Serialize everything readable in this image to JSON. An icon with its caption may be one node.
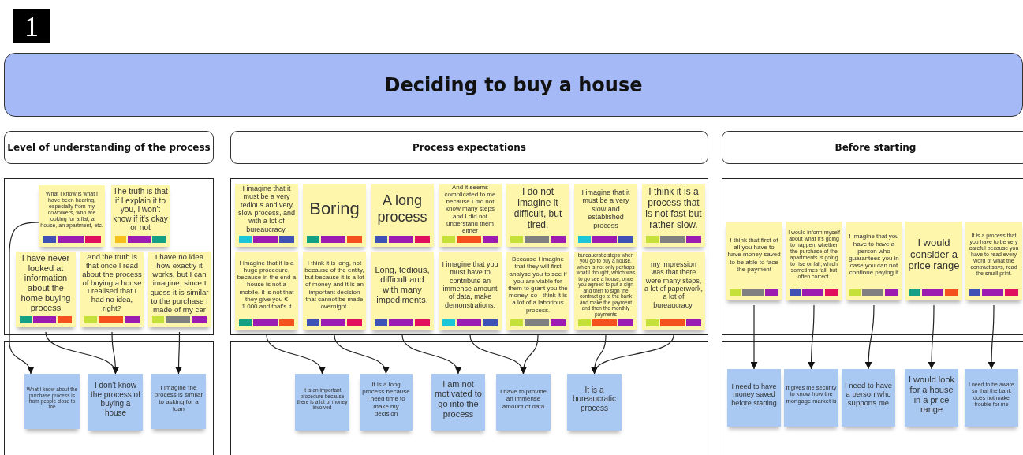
{
  "diagram": {
    "nodes": [
      {
        "text": [
          "1"
        ]
      },
      {
        "text": [
          "Deciding to buy a house"
        ]
      },
      {
        "text": [
          "Level of understanding of the process"
        ]
      },
      {
        "text": [
          "Process expectations"
        ]
      },
      {
        "text": [
          "Before starting"
        ]
      },
      {
        "text": [],
        "shape": "box"
      },
      {
        "text": [],
        "shape": "box"
      },
      {
        "text": [],
        "shape": "box"
      },
      {
        "text": [],
        "shape": "box"
      },
      {
        "text": [],
        "shape": "box"
      },
      {
        "text": [],
        "shape": "box"
      },
      {
        "text": [
          "What I know is what I have been hearing, especially from my coworkers, who are looking for a flat, a house, an apartment, etc."
        ],
        "in": 5
      },
      {
        "text": [
          "The truth is that if I explain it to you, I won't know if it's okay or not"
        ],
        "in": 5
      },
      {
        "text": [
          "I have never looked at information about the home buying process"
        ],
        "in": 5
      },
      {
        "text": [
          "And the truth is that once I read about the process of buying a house I realised that I had no idea, right?"
        ],
        "in": 5
      },
      {
        "text": [
          "I have no idea how exactly it works, but I can imagine, since I guess it is similar to the purchase I made of my car"
        ],
        "in": 5
      },
      {
        "text": [
          "I imagine that it must be a very tedious and very slow process, and with a lot of bureaucracy."
        ],
        "in": 6
      },
      {
        "text": [
          "Boring"
        ],
        "in": 6
      },
      {
        "text": [
          "A long process"
        ],
        "in": 6
      },
      {
        "text": [
          "And it seems complicated to me because I did not know many steps and I did not understand them either"
        ],
        "in": 6
      },
      {
        "text": [
          "I do not imagine it difficult, but tired."
        ],
        "in": 6
      },
      {
        "text": [
          "I imagine that it must be a very slow and established process"
        ],
        "in": 6
      },
      {
        "text": [
          "I think it is a process that is not fast but rather slow."
        ],
        "in": 6
      },
      {
        "text": [
          "I imagine that it is a huge procedure, because in the end a house is not a mobile, it is not that they give you € 1.000 and that's it"
        ],
        "in": 6
      },
      {
        "text": [
          "I think it is long, not because of the entity, but because it is a lot of money and it is an important decision that cannot be made overnight."
        ],
        "in": 6
      },
      {
        "text": [
          "Long, tedious, difficult and with many impediments."
        ],
        "in": 6
      },
      {
        "text": [
          "I imagine that you must have to contribute an immense amount of data, make demonstrations."
        ],
        "in": 6
      },
      {
        "text": [
          "Because I imagine that they will first analyse you to see if you are viable for them to grant you the money, so I think it is a lot of a laborious process."
        ],
        "in": 6
      },
      {
        "text": [
          "bureaucratic steps when you go to buy a house, which is not only perhaps what I thought, which was to go see a house, once you agreed to put a sign and then to sign the contract go to the bank and make the payment and then the monthly payments"
        ],
        "in": 6
      },
      {
        "text": [
          "my impression was that there were many steps, a lot of paperwork, a lot of bureaucracy."
        ],
        "in": 6
      },
      {
        "text": [
          "I think that first of all you have to have money saved to be able to face the payment"
        ],
        "in": 7
      },
      {
        "text": [
          "I would inform myself about what it's going to happen, whether the purchase of the apartments is going to rise or fall, which sometimes fail, but often correct."
        ],
        "in": 7
      },
      {
        "text": [
          "I imagine that you have to have a person who guarantees you in case you can not continue paying it"
        ],
        "in": 7
      },
      {
        "text": [
          "I would consider a price range"
        ],
        "in": 7
      },
      {
        "text": [
          "It is a process that you have to be very careful because you have to read every word of what the contract says, read the small print."
        ],
        "in": 7
      },
      {
        "text": [
          "What I know about the purchase process is from people close to me"
        ],
        "in": 8
      },
      {
        "text": [
          "I don't know the process of buying a house"
        ],
        "in": 8
      },
      {
        "text": [
          "I imagine the process is similar to asking for a loan"
        ],
        "in": 8
      },
      {
        "text": [
          "It is an important procedure because there is a lot of money involved"
        ],
        "in": 9
      },
      {
        "text": [
          "It is a long process because I need time to make my decision"
        ],
        "in": 9
      },
      {
        "text": [
          "I am not motivated to go into the process"
        ],
        "in": 9
      },
      {
        "text": [
          "I have to provide an immense amount of data"
        ],
        "in": 9
      },
      {
        "text": [
          "It is a bureaucratic process"
        ],
        "in": 9
      },
      {
        "text": [
          "I need to have money saved before starting"
        ],
        "in": 10
      },
      {
        "text": [
          "It gives me security to know how the mortgage market is"
        ],
        "in": 10
      },
      {
        "text": [
          "I need to have a person who supports me"
        ],
        "in": 10
      },
      {
        "text": [
          "I would look for a house in a price range"
        ],
        "in": 10
      },
      {
        "text": [
          "I need to be aware so that the bank does not make trouble for me"
        ],
        "in": 10
      }
    ],
    "edges": [
      {
        "from": 11,
        "to": 35,
        "arrow": "to"
      },
      {
        "from": 13,
        "to": 36,
        "arrow": "to"
      },
      {
        "from": 14,
        "to": 36,
        "arrow": "to"
      },
      {
        "from": 15,
        "to": 37,
        "arrow": "to"
      },
      {
        "from": 23,
        "to": 38,
        "arrow": "to"
      },
      {
        "from": 24,
        "to": 39,
        "arrow": "to"
      },
      {
        "from": 25,
        "to": 40,
        "arrow": "to"
      },
      {
        "from": 26,
        "to": 41,
        "arrow": "to"
      },
      {
        "from": 27,
        "to": 41,
        "arrow": "to"
      },
      {
        "from": 28,
        "to": 42,
        "arrow": "to"
      },
      {
        "from": 29,
        "to": 42,
        "arrow": "to"
      },
      {
        "from": 30,
        "to": 43,
        "arrow": "to"
      },
      {
        "from": 31,
        "to": 44,
        "arrow": "to"
      },
      {
        "from": 32,
        "to": 45,
        "arrow": "to"
      },
      {
        "from": 33,
        "to": 46,
        "arrow": "to"
      },
      {
        "from": 34,
        "to": 47,
        "arrow": "to"
      }
    ]
  }
}
